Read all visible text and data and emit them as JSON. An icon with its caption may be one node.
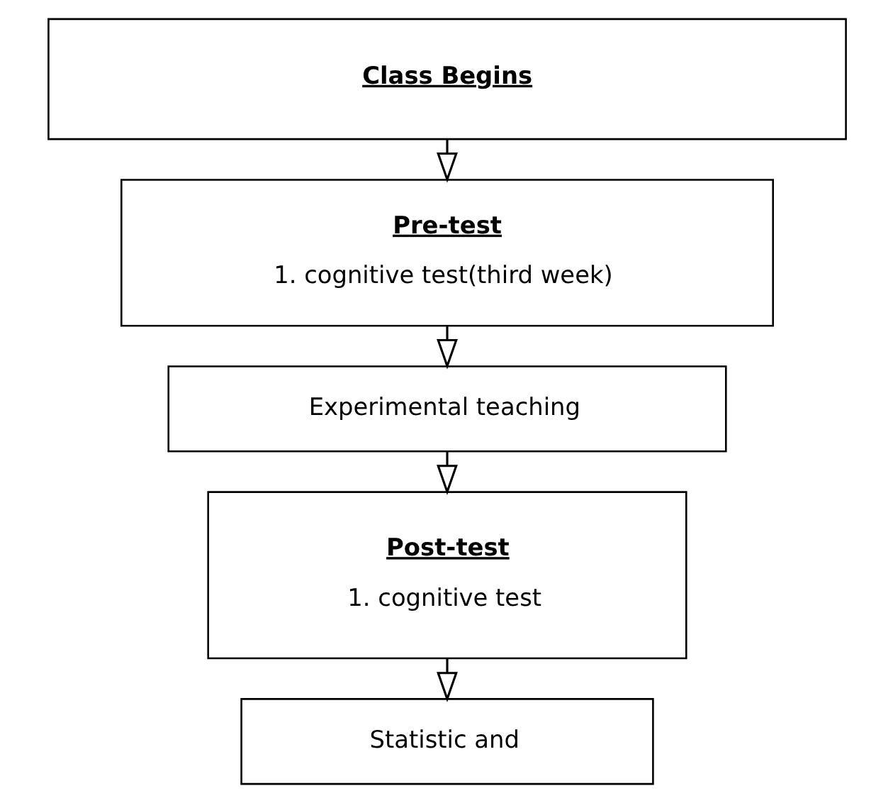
{
  "diagram": {
    "nodes": [
      {
        "text": [
          "Class Begins"
        ]
      },
      {
        "text": [
          "Pre-test",
          "1. cognitive test(third week)"
        ]
      },
      {
        "text": [
          "Experimental teaching"
        ]
      },
      {
        "text": [
          "Post-test",
          "1. cognitive test"
        ]
      },
      {
        "text": [
          "Statistic and"
        ]
      }
    ],
    "edges": [
      {
        "from": 0,
        "to": 1,
        "arrow": "to"
      },
      {
        "from": 1,
        "to": 2,
        "arrow": "to"
      },
      {
        "from": 2,
        "to": 3,
        "arrow": "to"
      },
      {
        "from": 3,
        "to": 4,
        "arrow": "to"
      }
    ]
  }
}
